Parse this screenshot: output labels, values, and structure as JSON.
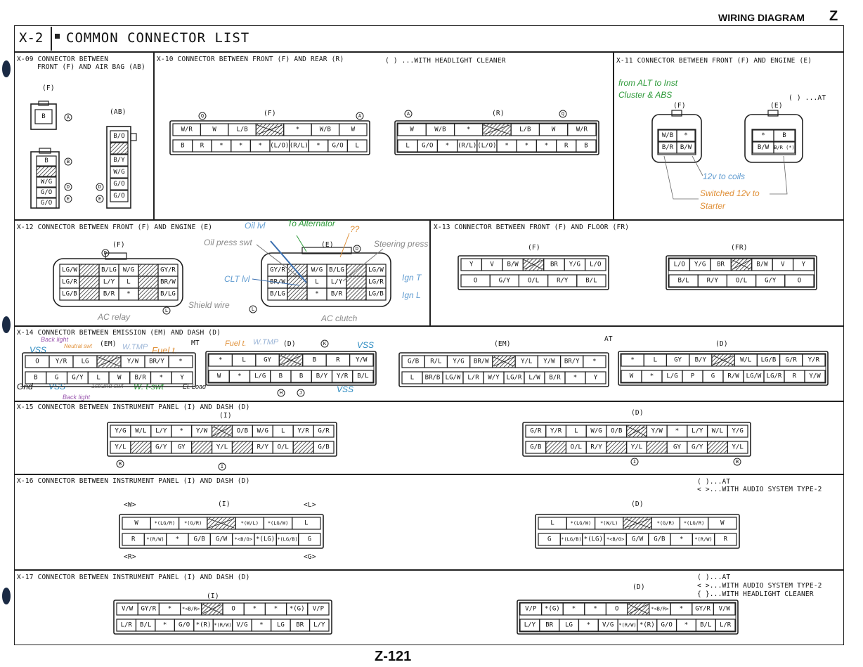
{
  "header": {
    "wiring_diagram": "WIRING DIAGRAM",
    "letter": "Z",
    "section_id": "X-2",
    "title": "COMMON CONNECTOR LIST",
    "page_number": "Z-121"
  },
  "x09": {
    "title": [
      "X-09 CONNECTOR BETWEEN",
      "FRONT (F) AND AIR BAG (AB)"
    ],
    "f": "(F)",
    "ab": "(AB)",
    "f_small": [
      "B"
    ],
    "f_big": [
      "B",
      "*",
      "W/G",
      "G/O",
      "G/O"
    ],
    "ab_pins": [
      "B/O",
      "",
      "B/Y",
      "W/G",
      "G/O",
      "G/O"
    ],
    "markers": [
      "A",
      "B",
      "D",
      "E",
      "D",
      "E"
    ]
  },
  "x10": {
    "title": "X-10  CONNECTOR BETWEEN FRONT (F) AND REAR (R)",
    "note": "( ) ...WITH HEADLIGHT CLEANER",
    "f": "(F)",
    "r": "(R)",
    "f_top": [
      "W/R",
      "W",
      "L/B",
      "",
      "*",
      "W/B",
      "W"
    ],
    "f_bot": [
      "B",
      "R",
      "*",
      "*",
      "*",
      "(L/O)",
      "(R/L)",
      "*",
      "G/O",
      "L"
    ],
    "r_top": [
      "W",
      "W/B",
      "*",
      "",
      "L/B",
      "W",
      "W/R"
    ],
    "r_bot": [
      "L",
      "G/O",
      "*",
      "(R/L)",
      "(L/O)",
      "*",
      "*",
      "*",
      "R",
      "B"
    ],
    "markers": [
      "Q",
      "A",
      "A",
      "Q"
    ]
  },
  "x11": {
    "title": "X-11  CONNECTOR BETWEEN FRONT (F) AND ENGINE (E)",
    "note": "( ) ...AT",
    "f": "(F)",
    "e": "(E)",
    "f_pins": [
      "W/B",
      "*",
      "B/R",
      "B/W"
    ],
    "e_pins": [
      "*",
      "B",
      "B/W",
      "B/R (*)"
    ],
    "notes": {
      "alt": "from ALT to Inst Cluster & ABS",
      "coils": "12v to coils",
      "starter": "Switched 12v to Starter"
    }
  },
  "x12": {
    "title": "X-12  CONNECTOR BETWEEN FRONT (F) AND ENGINE (E)",
    "f": "(F)",
    "e": "(E)",
    "f_pins": [
      [
        "LG/W",
        "",
        "B/LG",
        "W/G",
        "",
        "GY/R"
      ],
      [
        "LG/R",
        "",
        "L/Y",
        "L",
        "",
        "BR/W"
      ],
      [
        "LG/B",
        "",
        "B/R",
        "*",
        "",
        "B/LG"
      ]
    ],
    "e_pins": [
      [
        "GY/R",
        "",
        "W/G",
        "B/LG",
        "",
        "LG/W"
      ],
      [
        "BR/W",
        "",
        "L",
        "L/Y",
        "",
        "LG/R"
      ],
      [
        "B/LG",
        "",
        "*",
        "B/R",
        "",
        "LG/B"
      ]
    ],
    "markers": [
      "D",
      "L",
      "D",
      "L"
    ],
    "notes": {
      "oil_lvl": "Oil lvl",
      "alternator": "To Alternator",
      "unknown": "??",
      "oil_press": "Oil press swt",
      "steering": "Steering press",
      "clt": "CLT lvl",
      "ign_t": "Ign T",
      "ign_l": "Ign L",
      "ac_relay": "AC relay",
      "shield": "Shield wire",
      "ac_clutch": "AC clutch"
    }
  },
  "x13": {
    "title": "X-13  CONNECTOR BETWEEN FRONT (F) AND FLOOR (FR)",
    "f": "(F)",
    "fr": "(FR)",
    "f_top": [
      "Y",
      "V",
      "B/W",
      "",
      "BR",
      "Y/G",
      "L/O"
    ],
    "f_bot": [
      "O",
      "G/Y",
      "O/L",
      "R/Y",
      "B/L"
    ],
    "fr_top": [
      "L/O",
      "Y/G",
      "BR",
      "",
      "B/W",
      "V",
      "Y"
    ],
    "fr_bot": [
      "B/L",
      "R/Y",
      "O/L",
      "G/Y",
      "O"
    ]
  },
  "x14": {
    "title": "X-14  CONNECTOR BETWEEN EMISSION (EM) AND DASH (D)",
    "em": "(EM)",
    "d": "(D)",
    "mt": "MT",
    "at": "AT",
    "mt_em_top": [
      "O",
      "Y/R",
      "LG",
      "",
      "Y/W",
      "BR/Y",
      "*"
    ],
    "mt_em_bot": [
      "B",
      "G",
      "G/Y",
      "L",
      "W",
      "B/R",
      "*",
      "Y"
    ],
    "mt_d_top": [
      "*",
      "L",
      "GY",
      "",
      "B",
      "R",
      "Y/W"
    ],
    "mt_d_bot": [
      "W",
      "*",
      "L/G",
      "B",
      "B",
      "B/Y",
      "Y/R",
      "B/L"
    ],
    "at_em_top": [
      "G/B",
      "R/L",
      "Y/G",
      "BR/W",
      "",
      "Y/L",
      "Y/W",
      "BR/Y",
      "*"
    ],
    "at_em_bot": [
      "L",
      "BR/B",
      "LG/W",
      "L/R",
      "W/Y",
      "LG/R",
      "L/W",
      "B/R",
      "*",
      "Y"
    ],
    "at_d_top": [
      "*",
      "L",
      "GY",
      "B/Y",
      "",
      "W/L",
      "LG/B",
      "G/R",
      "Y/R"
    ],
    "at_d_bot": [
      "W",
      "*",
      "L/G",
      "P",
      "G",
      "R/W",
      "LG/W",
      "LG/R",
      "R",
      "Y/W"
    ],
    "markers": [
      "K",
      "H",
      "J"
    ],
    "notes": {
      "back1": "Back light",
      "neutral": "Neutral swt",
      "wtmp1": "W.TMP",
      "fuel1": "Fuel t.",
      "fuel2": "Fuel t.",
      "wtmp2": "W.TMP",
      "vss1": "VSS",
      "vss2": "VSS",
      "gnd": "Gnd",
      "vss3": "VSS",
      "gear": "1st/2nd swt",
      "wtswt": "W. t-swt",
      "elload": "El. Load",
      "vss4": "VSS",
      "back2": "Back light"
    }
  },
  "x15": {
    "title": "X-15  CONNECTOR BETWEEN INSTRUMENT PANEL (I) AND DASH (D)",
    "i": "(I)",
    "d": "(D)",
    "i_top": [
      "Y/G",
      "W/L",
      "L/Y",
      "*",
      "Y/W",
      "",
      "O/B",
      "W/G",
      "L",
      "Y/R",
      "G/R"
    ],
    "i_bot": [
      "Y/L",
      "",
      "G/Y",
      "GY",
      "",
      "Y/L",
      "",
      "R/Y",
      "O/L",
      "",
      "G/B"
    ],
    "d_top": [
      "G/R",
      "Y/R",
      "L",
      "W/G",
      "O/B",
      "",
      "Y/W",
      "*",
      "L/Y",
      "W/L",
      "Y/G"
    ],
    "d_bot": [
      "G/B",
      "",
      "O/L",
      "R/Y",
      "",
      "Y/L",
      "",
      "GY",
      "G/Y",
      "",
      "Y/L"
    ],
    "markers": [
      "B",
      "I",
      "I",
      "B"
    ]
  },
  "x16": {
    "title": "X-16  CONNECTOR BETWEEN INSTRUMENT PANEL (I) AND DASH (D)",
    "note1": "( )...AT",
    "note2": "< >...WITH AUDIO SYSTEM TYPE-2",
    "i": "(I)",
    "d": "(D)",
    "w": "<W>",
    "l": "<L>",
    "r": "<R>",
    "g": "<G>",
    "i_top": [
      "W",
      "*(LG/R)",
      "*(G/R)",
      "",
      "*(W/L)",
      "*(LG/W)",
      "L"
    ],
    "i_bot": [
      "R",
      "*(R/W)",
      "*",
      "G/B",
      "G/W",
      "*<B/O>",
      "*(LG)",
      "*(LG/B)",
      "G"
    ],
    "d_top": [
      "L",
      "*(LG/W)",
      "*(W/L)",
      "",
      "*(G/R)",
      "*(LG/R)",
      "W"
    ],
    "d_bot": [
      "G",
      "*(LG/B)",
      "*(LG)",
      "*<B/O>",
      "G/W",
      "G/B",
      "*",
      "*(R/W)",
      "R"
    ]
  },
  "x17": {
    "title": "X-17  CONNECTOR BETWEEN INSTRUMENT PANEL (I) AND DASH (D)",
    "note1": "( )...AT",
    "note2": "< >...WITH AUDIO SYSTEM TYPE-2",
    "note3": "{ }...WITH HEADLIGHT CLEANER",
    "i": "(I)",
    "d": "(D)",
    "i_top": [
      "V/W",
      "GY/R",
      "*",
      "*<B/R>",
      "",
      "O",
      "*",
      "*",
      "*(G)",
      "V/P"
    ],
    "i_bot": [
      "L/R",
      "B/L",
      "*",
      "G/O",
      "*(R)",
      "*(R/W)",
      "V/G",
      "*",
      "LG",
      "BR",
      "L/Y"
    ],
    "d_top": [
      "V/P",
      "*(G)",
      "*",
      "*",
      "O",
      "",
      "*<B/R>",
      "*",
      "GY/R",
      "V/W"
    ],
    "d_bot": [
      "L/Y",
      "BR",
      "LG",
      "*",
      "V/G",
      "*(R/W)",
      "*(R)",
      "G/O",
      "*",
      "B/L",
      "L/R"
    ]
  }
}
